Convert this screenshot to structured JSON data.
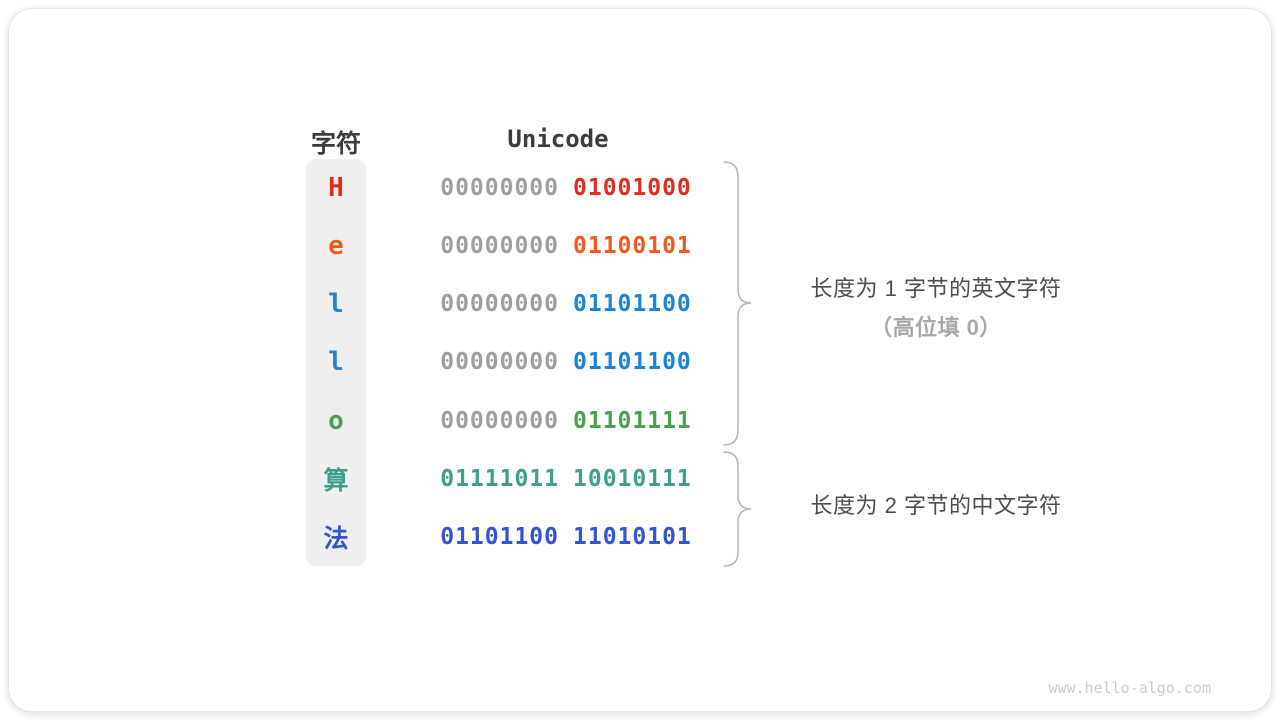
{
  "header": {
    "char_label": "字符",
    "unicode_label": "Unicode"
  },
  "rows": [
    {
      "char": "H",
      "char_color": "#e02d20",
      "byte1": "00000000",
      "byte1_color": "#9e9e9e",
      "byte2": "01001000",
      "byte2_color": "#e02d20"
    },
    {
      "char": "e",
      "char_color": "#f05a1e",
      "byte1": "00000000",
      "byte1_color": "#9e9e9e",
      "byte2": "01100101",
      "byte2_color": "#f05a1e"
    },
    {
      "char": "l",
      "char_color": "#1a85d8",
      "byte1": "00000000",
      "byte1_color": "#9e9e9e",
      "byte2": "01101100",
      "byte2_color": "#1a85d8"
    },
    {
      "char": "l",
      "char_color": "#1a85d8",
      "byte1": "00000000",
      "byte1_color": "#9e9e9e",
      "byte2": "01101100",
      "byte2_color": "#1a85d8"
    },
    {
      "char": "o",
      "char_color": "#4d9e51",
      "byte1": "00000000",
      "byte1_color": "#9e9e9e",
      "byte2": "01101111",
      "byte2_color": "#4d9e51"
    },
    {
      "char": "算",
      "char_color": "#409e8f",
      "byte1": "01111011",
      "byte1_color": "#409e8f",
      "byte2": "10010111",
      "byte2_color": "#409e8f"
    },
    {
      "char": "法",
      "char_color": "#3354d4",
      "byte1": "01101100",
      "byte1_color": "#3354d4",
      "byte2": "11010101",
      "byte2_color": "#3354d4"
    }
  ],
  "annotations": {
    "group1_line1": "长度为 1 字节的英文字符",
    "group1_line2": "（高位填 0）",
    "group2": "长度为 2 字节的中文字符"
  },
  "watermark": "www.hello-algo.com",
  "colors": {
    "byte_padding_gray": "#9e9e9e",
    "brace_gray": "#b5b5b5",
    "heading_dark": "#3c3c3c",
    "annotation_dark": "#4d4d4d",
    "annotation_light": "#a8a8a8",
    "char_column_bg": "#efefef"
  }
}
